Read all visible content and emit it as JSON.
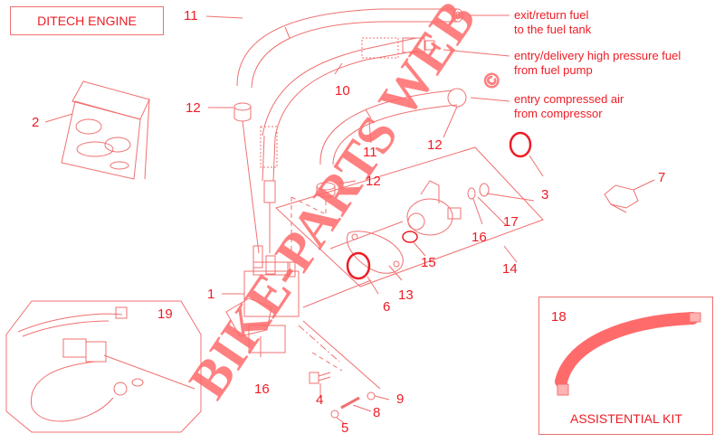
{
  "diagram": {
    "title": "DITECH ENGINE",
    "watermark": "BIKE-PARTS WEB",
    "watermark_symbol": "©",
    "colors": {
      "line": "#f07070",
      "label": "#ee1c25",
      "watermark": "#ff6b6b"
    },
    "annotations": {
      "exit_return": [
        "exit/return fuel",
        "to the fuel tank"
      ],
      "entry_delivery": [
        "entry/delivery high pressure fuel",
        "from fuel pump"
      ],
      "entry_air": [
        "entry compressed air",
        "from compressor"
      ]
    },
    "kit": {
      "label": "ASSISTENTIAL KIT",
      "part": "18"
    },
    "callouts": [
      {
        "id": "c1",
        "num": "1"
      },
      {
        "id": "c2",
        "num": "2"
      },
      {
        "id": "c3",
        "num": "3"
      },
      {
        "id": "c4",
        "num": "4"
      },
      {
        "id": "c5",
        "num": "5"
      },
      {
        "id": "c6",
        "num": "6"
      },
      {
        "id": "c7",
        "num": "7"
      },
      {
        "id": "c8",
        "num": "8"
      },
      {
        "id": "c9",
        "num": "9"
      },
      {
        "id": "c10",
        "num": "10"
      },
      {
        "id": "c11a",
        "num": "11"
      },
      {
        "id": "c11b",
        "num": "11"
      },
      {
        "id": "c12a",
        "num": "12"
      },
      {
        "id": "c12b",
        "num": "12"
      },
      {
        "id": "c12c",
        "num": "12"
      },
      {
        "id": "c13",
        "num": "13"
      },
      {
        "id": "c14",
        "num": "14"
      },
      {
        "id": "c15",
        "num": "15"
      },
      {
        "id": "c16a",
        "num": "16"
      },
      {
        "id": "c16b",
        "num": "16"
      },
      {
        "id": "c17",
        "num": "17"
      },
      {
        "id": "c19",
        "num": "19"
      }
    ]
  }
}
